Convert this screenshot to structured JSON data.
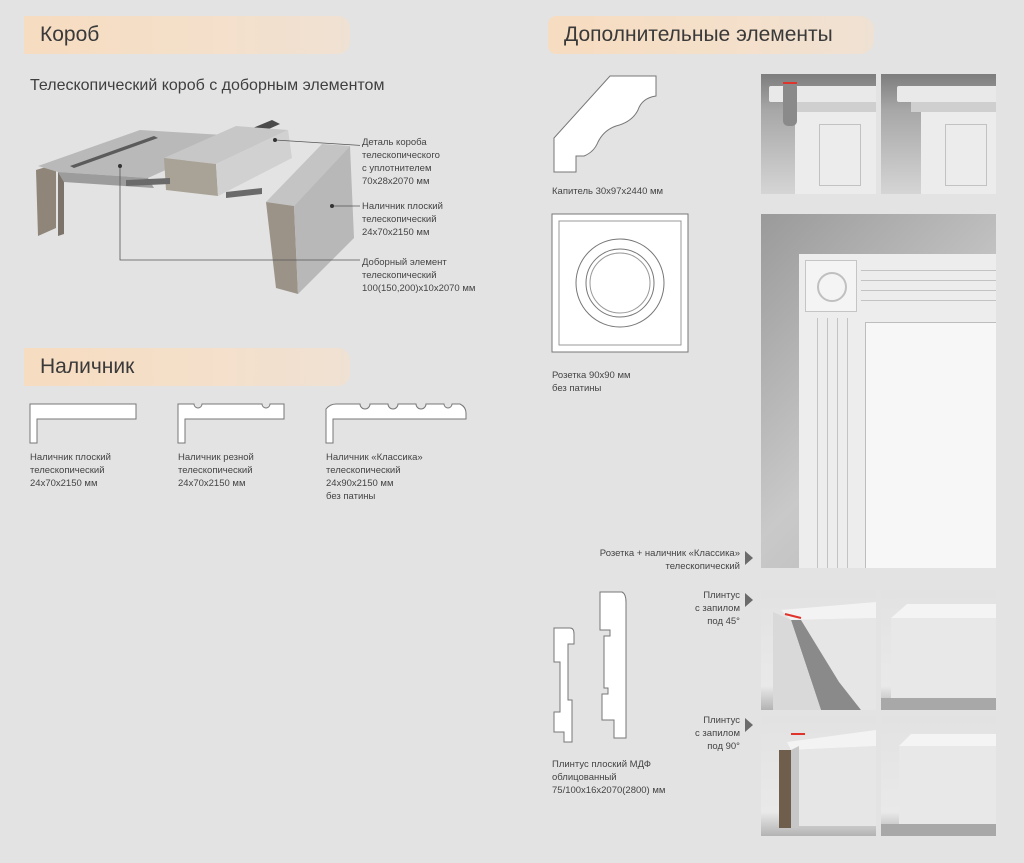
{
  "left": {
    "box_tab": "Короб",
    "box_subtitle": "Телескопический короб с доборным элементом",
    "callouts": [
      [
        "Деталь короба",
        "телескопического",
        "с уплотнителем",
        "70x28x2070 мм"
      ],
      [
        "Наличник плоский",
        "телескопический",
        "24x70x2150 мм"
      ],
      [
        "Доборный элемент",
        "телескопический",
        "100(150,200)x10x2070 мм"
      ]
    ],
    "trim_tab": "Наличник",
    "trims": [
      [
        "Наличник плоский",
        "телескопический",
        "24x70x2150 мм"
      ],
      [
        "Наличник резной",
        "телескопический",
        "24x70x2150 мм"
      ],
      [
        "Наличник «Классика»",
        "телескопический",
        "24x90x2150 мм",
        "без патины"
      ]
    ]
  },
  "right": {
    "extras_tab": "Дополнительные элементы",
    "capital_caption": "Капитель 30x97x2440 мм",
    "rosette_caption": [
      "Розетка 90x90 мм",
      "без патины"
    ],
    "combo_caption": [
      "Розетка + наличник «Классика»",
      "телескопический"
    ],
    "skirting_45": [
      "Плинтус",
      "с запилом",
      "под 45°"
    ],
    "skirting_90": [
      "Плинтус",
      "с запилом",
      "под 90°"
    ],
    "skirting_caption": [
      "Плинтус плоский МДФ",
      "облицованный",
      "75/100x16x2070(2800) мм"
    ]
  },
  "colors": {
    "tab": "#f4dcc2",
    "background": "#e3e3e3",
    "accent_arrow": "#e0332b"
  }
}
